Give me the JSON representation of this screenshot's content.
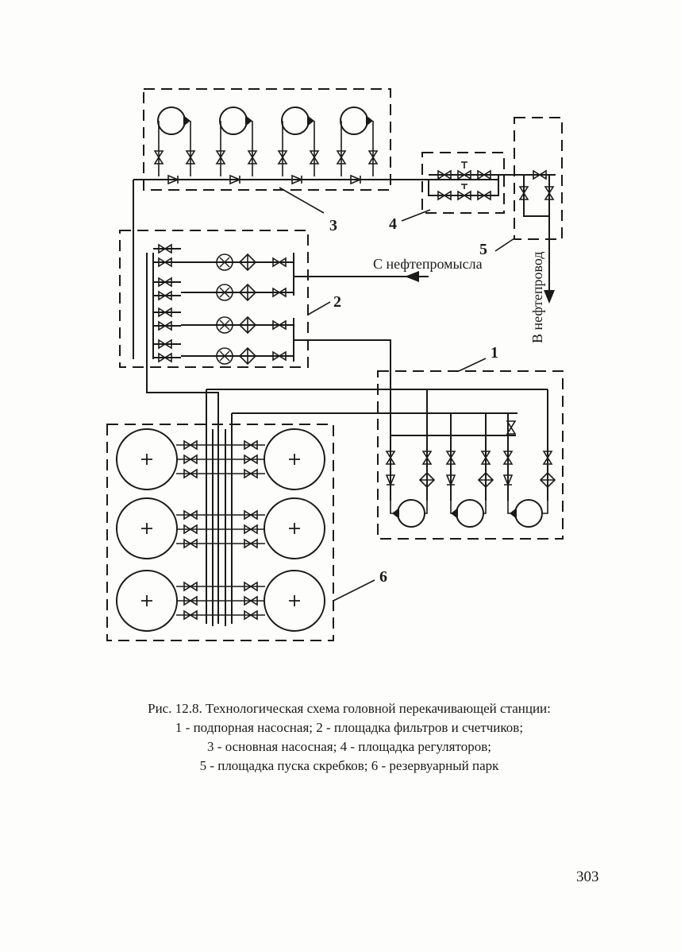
{
  "figure": {
    "labels": {
      "from_field": "С нефтепромысла",
      "to_pipeline": "В нефтепровод"
    },
    "callouts": [
      {
        "id": "1",
        "area": "подпорная насосная"
      },
      {
        "id": "2",
        "area": "площадка фильтров и счетчиков"
      },
      {
        "id": "3",
        "area": "основная насосная"
      },
      {
        "id": "4",
        "area": "площадка регуляторов"
      },
      {
        "id": "5",
        "area": "площадка пуска скребков"
      },
      {
        "id": "6",
        "area": "резервуарный парк"
      }
    ]
  },
  "caption": {
    "line1": "Рис. 12.8. Технологическая схема головной перекачивающей станции:",
    "line2": "1 - подпорная насосная; 2 - площадка фильтров и счетчиков;",
    "line3": "3 - основная насосная; 4 - площадка регуляторов;",
    "line4": "5 - площадка пуска скребков; 6 - резервуарный парк"
  },
  "page_number": "303"
}
